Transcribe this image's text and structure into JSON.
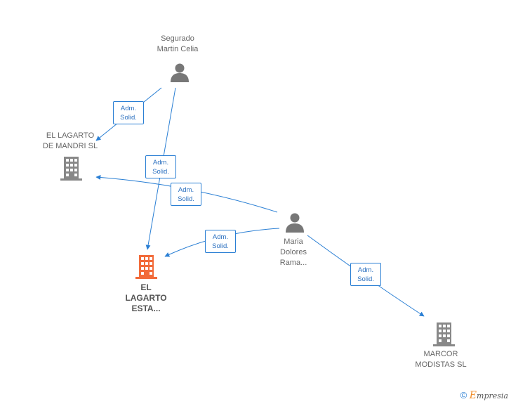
{
  "colors": {
    "edge": "#2a7fd4",
    "person_icon": "#777777",
    "company_icon": "#888888",
    "main_company_icon": "#f26b3a"
  },
  "nodes": {
    "segurado": {
      "line1": "Segurado",
      "line2": "Martin Celia",
      "icon": "person-icon"
    },
    "lagarto_mandri": {
      "line1": "EL LAGARTO",
      "line2": "DE MANDRI SL",
      "icon": "building-icon"
    },
    "lagarto_esta": {
      "line1": "EL",
      "line2": "LAGARTO",
      "line3": "ESTA...",
      "icon": "building-icon"
    },
    "maria": {
      "line1": "Maria",
      "line2": "Dolores",
      "line3": "Rama...",
      "icon": "person-icon"
    },
    "marcor": {
      "line1": "MARCOR",
      "line2": "MODISTAS SL",
      "icon": "building-icon"
    }
  },
  "edges": [
    {
      "id": "segurado_to_mandri",
      "line1": "Adm.",
      "line2": "Solid."
    },
    {
      "id": "segurado_to_esta",
      "line1": "Adm.",
      "line2": "Solid."
    },
    {
      "id": "maria_to_mandri",
      "line1": "Adm.",
      "line2": "Solid."
    },
    {
      "id": "maria_to_esta",
      "line1": "Adm.",
      "line2": "Solid."
    },
    {
      "id": "maria_to_marcor",
      "line1": "Adm.",
      "line2": "Solid."
    }
  ],
  "footer": {
    "copyright_symbol": "©",
    "brand_initial": "E",
    "brand_rest": "mpresia"
  }
}
